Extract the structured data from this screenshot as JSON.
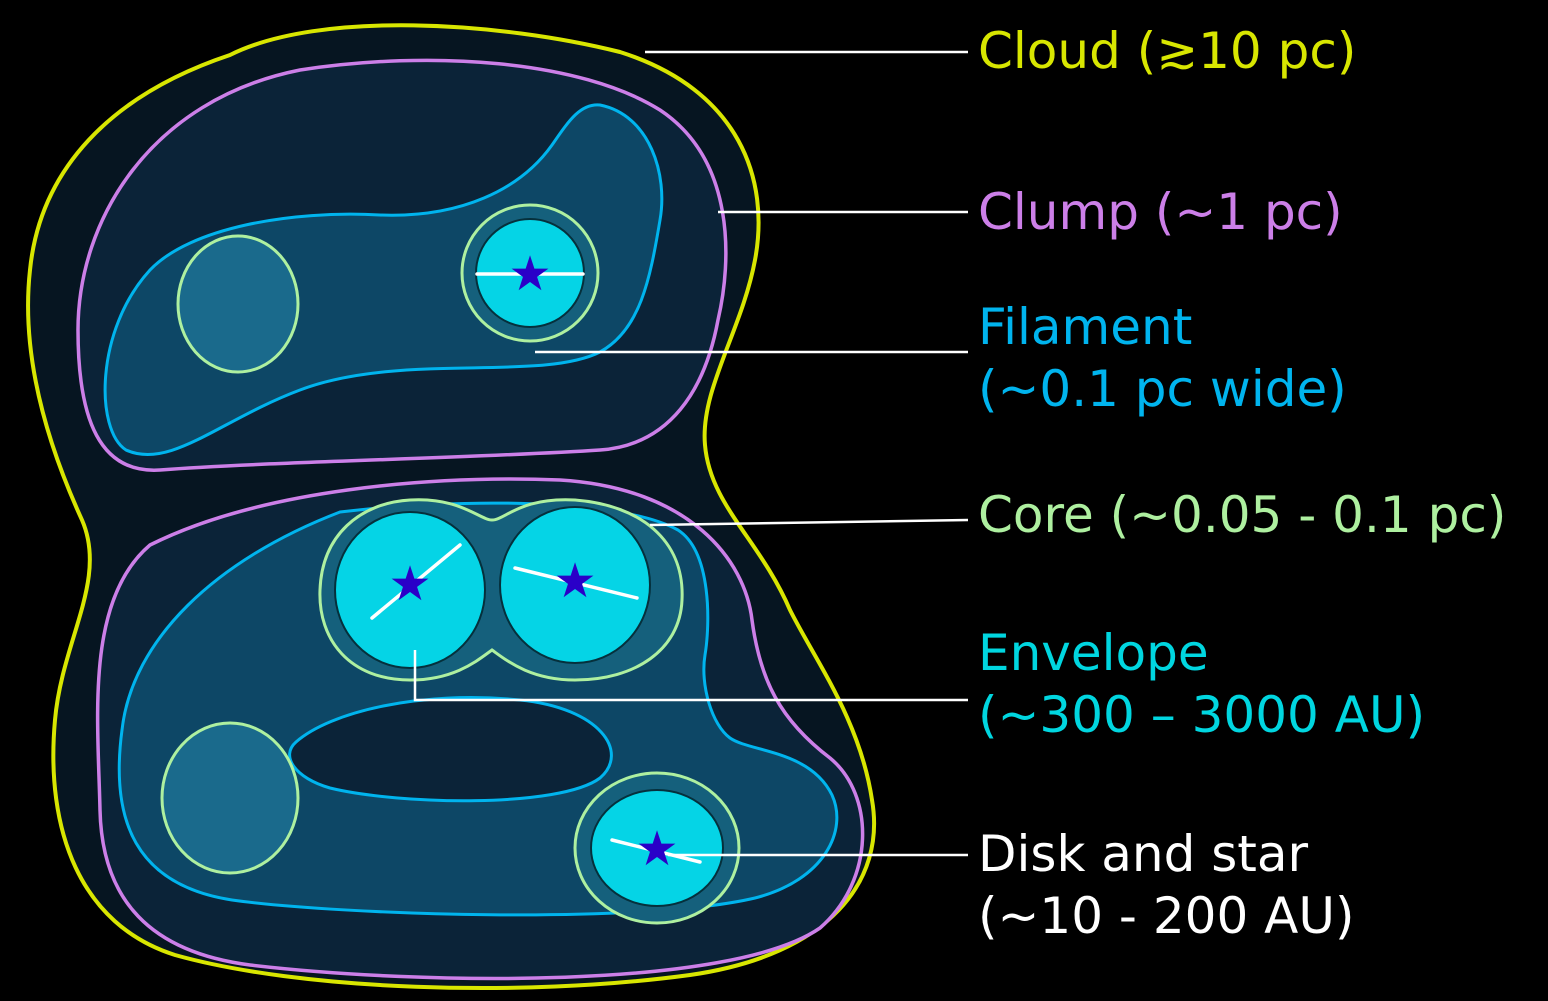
{
  "labels": {
    "cloud": "Cloud (≳10 pc)",
    "clump": "Clump (~1 pc)",
    "filament_line1": "Filament",
    "filament_line2": "(~0.1 pc wide)",
    "core": "Core (~0.05 - 0.1 pc)",
    "envelope_line1": "Envelope",
    "envelope_line2": "(~300 – 3000 AU)",
    "disk_line1": "Disk and star",
    "disk_line2": "(~10 - 200 AU)"
  },
  "colors": {
    "background": "#000000",
    "cloud": "#d8e600",
    "clump": "#cc7fe8",
    "filament": "#00b4ee",
    "core": "#aef0a0",
    "envelope": "#00d6e0",
    "disk": "#ffffff",
    "star": "#2a00c8"
  }
}
